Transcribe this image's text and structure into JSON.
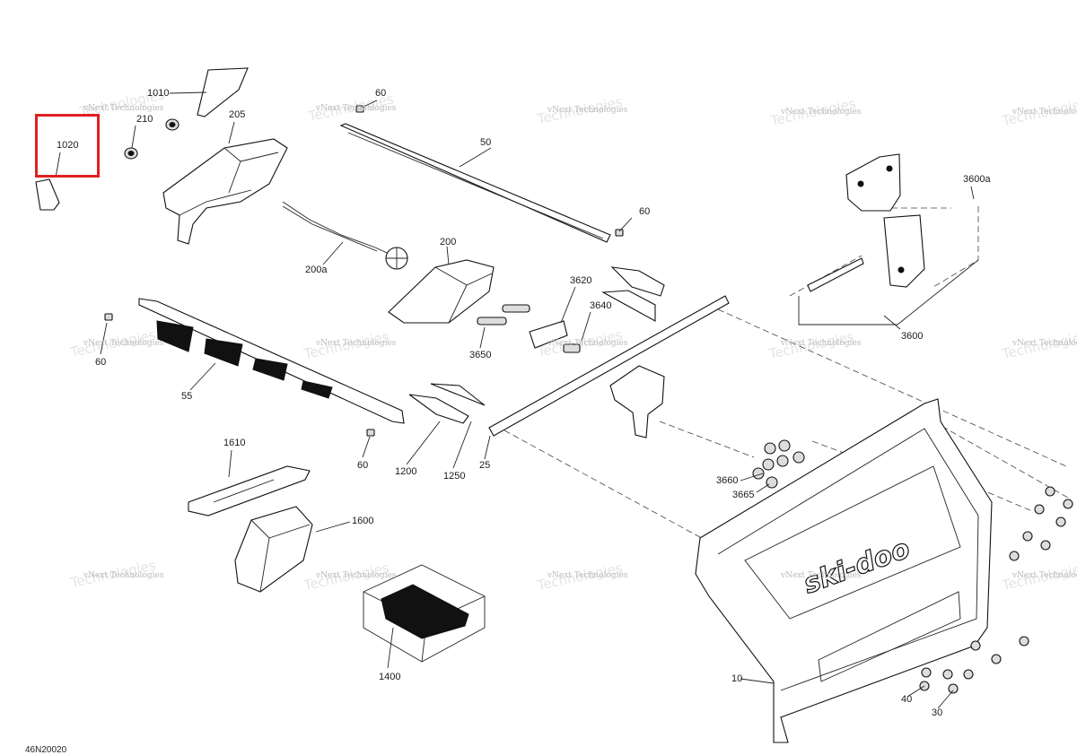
{
  "diagram_code": "46N20020",
  "highlighted_part": "1020",
  "watermark": {
    "line1": "vNext",
    "line2": "Technologies",
    "caption": "vNext Technologies"
  },
  "brand_logo": "ski-doo",
  "colors": {
    "highlight": "#e02020",
    "line": "#111111",
    "watermark": "#b9b9b9"
  },
  "parts": [
    {
      "id": "1010",
      "label": "1010"
    },
    {
      "id": "1020",
      "label": "1020"
    },
    {
      "id": "210",
      "label": "210"
    },
    {
      "id": "205",
      "label": "205"
    },
    {
      "id": "60a",
      "label": "60"
    },
    {
      "id": "50",
      "label": "50"
    },
    {
      "id": "60b",
      "label": "60"
    },
    {
      "id": "3600a",
      "label": "3600a"
    },
    {
      "id": "200a",
      "label": "200a"
    },
    {
      "id": "200",
      "label": "200"
    },
    {
      "id": "3620",
      "label": "3620"
    },
    {
      "id": "3640",
      "label": "3640"
    },
    {
      "id": "3650",
      "label": "3650"
    },
    {
      "id": "3600",
      "label": "3600"
    },
    {
      "id": "60c",
      "label": "60"
    },
    {
      "id": "55",
      "label": "55"
    },
    {
      "id": "1610",
      "label": "1610"
    },
    {
      "id": "60d",
      "label": "60"
    },
    {
      "id": "1200",
      "label": "1200"
    },
    {
      "id": "1250",
      "label": "1250"
    },
    {
      "id": "25",
      "label": "25"
    },
    {
      "id": "3660",
      "label": "3660"
    },
    {
      "id": "3665",
      "label": "3665"
    },
    {
      "id": "1600",
      "label": "1600"
    },
    {
      "id": "1400",
      "label": "1400"
    },
    {
      "id": "10",
      "label": "10"
    },
    {
      "id": "40",
      "label": "40"
    },
    {
      "id": "30",
      "label": "30"
    }
  ]
}
